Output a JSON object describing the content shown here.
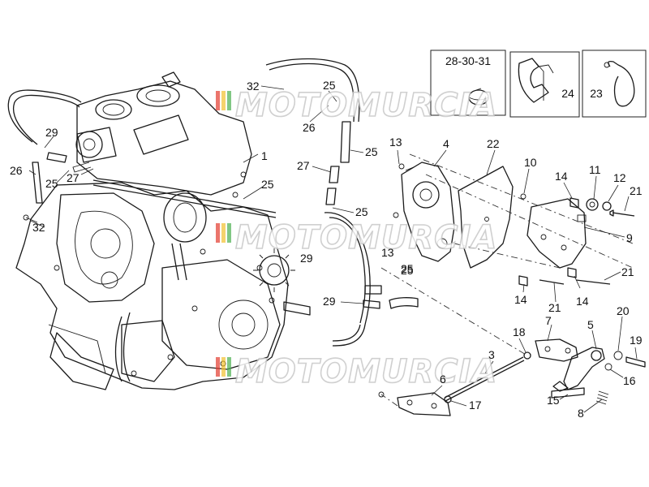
{
  "watermark": {
    "text": "MOTOMURCIA",
    "stripe_colors": [
      "#e23b2e",
      "#f2c12e",
      "#4caf50"
    ]
  },
  "boxes": [
    {
      "id": "box-28-30-31",
      "label": "28-30-31"
    },
    {
      "id": "box-24",
      "label": "24"
    },
    {
      "id": "box-23",
      "label": "23"
    }
  ],
  "callouts": [
    "32",
    "25",
    "26",
    "25",
    "29",
    "26",
    "27",
    "25",
    "1",
    "25",
    "27",
    "25",
    "32",
    "29",
    "25",
    "13",
    "25",
    "29",
    "13",
    "4",
    "22",
    "10",
    "14",
    "11",
    "12",
    "21",
    "9",
    "21",
    "14",
    "14",
    "21",
    "18",
    "7",
    "5",
    "20",
    "19",
    "3",
    "16",
    "6",
    "17",
    "15",
    "8"
  ]
}
